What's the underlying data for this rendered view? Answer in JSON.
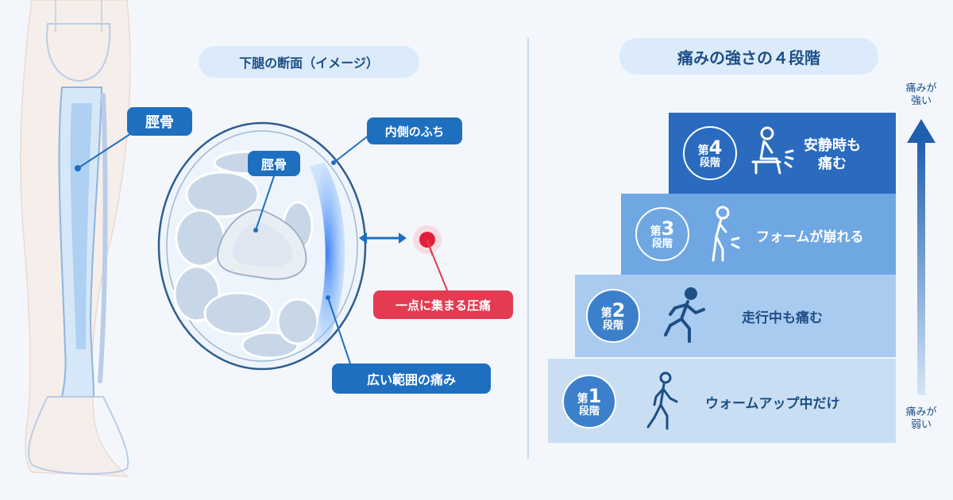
{
  "left": {
    "section_title": "下腿の断面（イメージ）",
    "leg_label": "脛骨",
    "section_bone_label": "脛骨",
    "inner_edge_label": "内側のふち",
    "point_pain_label": "一点に集まる圧痛",
    "wide_pain_label": "広い範囲の痛み"
  },
  "right": {
    "title": "痛みの強さの４段階",
    "scale_top": [
      "痛みが",
      "強い"
    ],
    "scale_bottom": [
      "痛みが",
      "弱い"
    ],
    "steps": [
      {
        "prefix": "第",
        "num": "1",
        "suffix": "段階",
        "text": "ウォームアップ中だけ",
        "icon": "walking-person-icon"
      },
      {
        "prefix": "第",
        "num": "2",
        "suffix": "段階",
        "text": "走行中も痛む",
        "icon": "running-person-icon"
      },
      {
        "prefix": "第",
        "num": "3",
        "suffix": "段階",
        "text": "フォームが崩れる",
        "icon": "limping-person-icon"
      },
      {
        "prefix": "第",
        "num": "4",
        "suffix": "段階",
        "text": [
          "安静時も",
          "痛む"
        ],
        "icon": "sitting-person-icon"
      }
    ]
  },
  "colors": {
    "step1": "#c9def3",
    "step2": "#a9cbef",
    "step3": "#6fa7e3",
    "step4": "#2a6bbf",
    "accent_blue": "#1f6fc0",
    "accent_red": "#e23b52"
  }
}
